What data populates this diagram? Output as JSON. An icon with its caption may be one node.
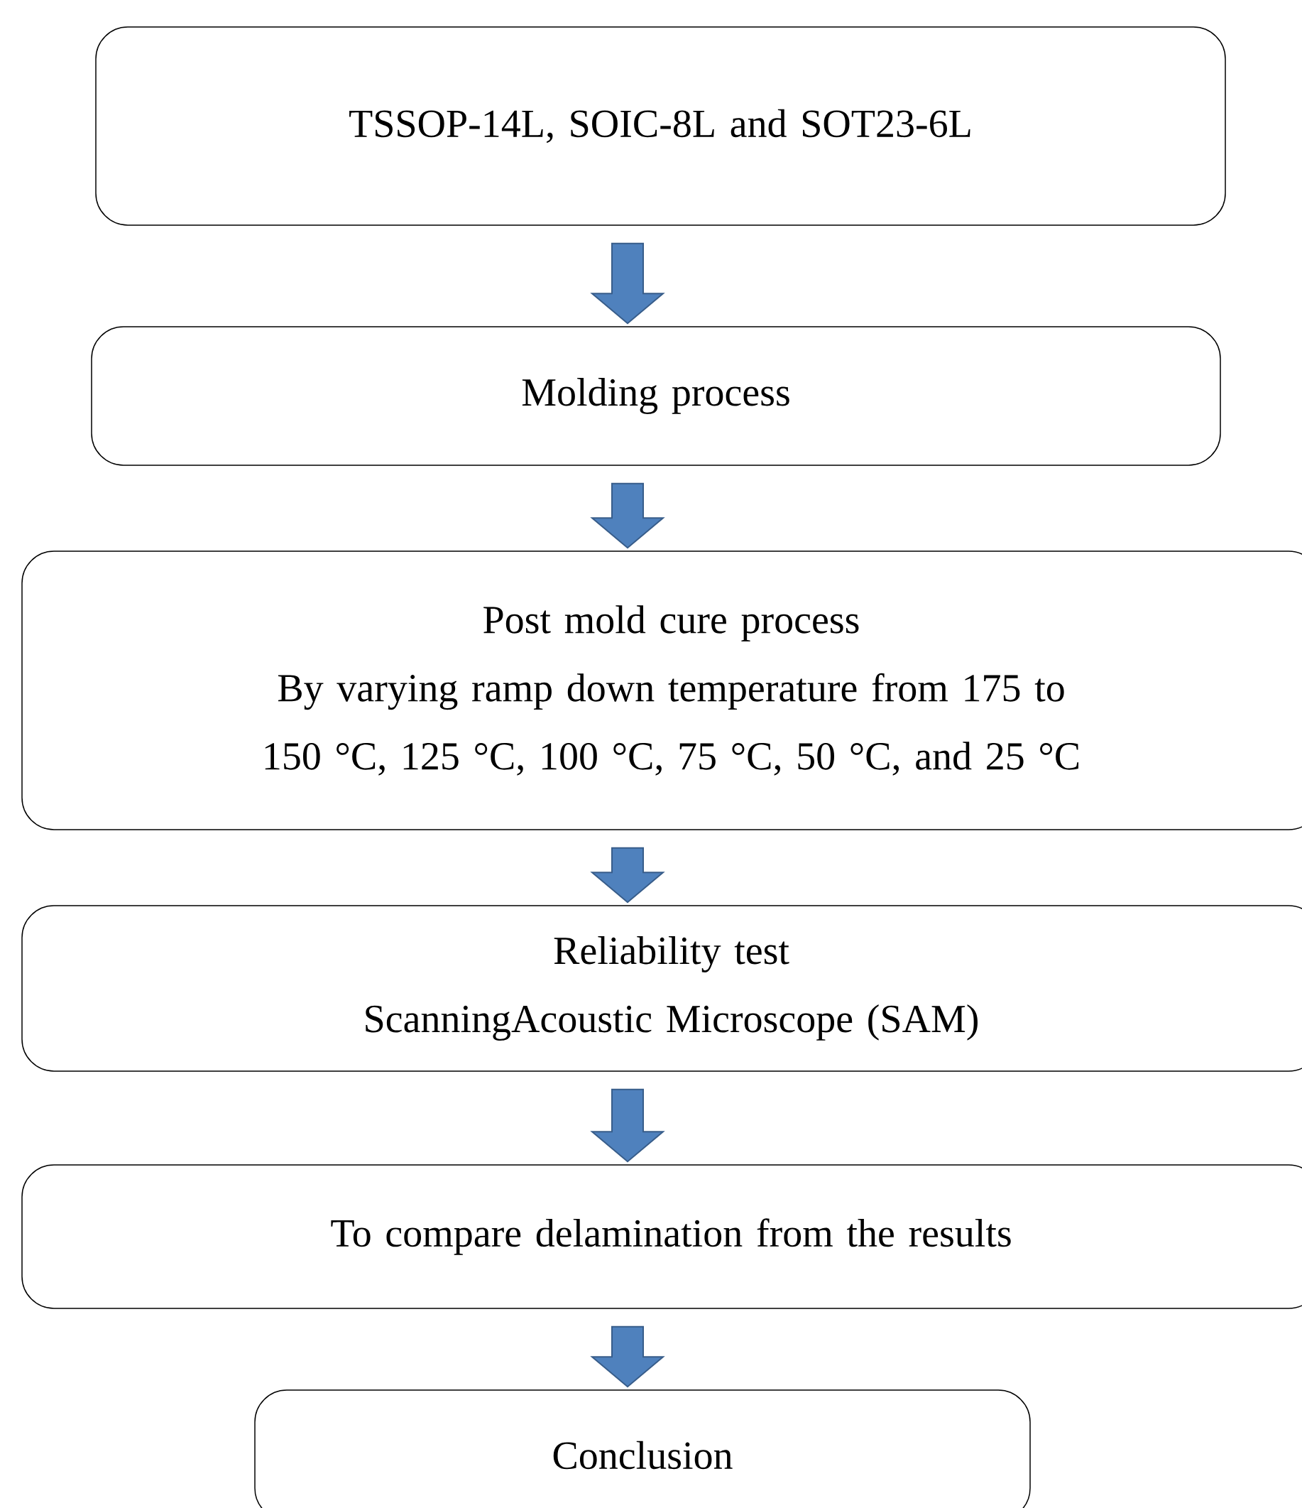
{
  "diagram": {
    "nodes": [
      {
        "text": [
          "TSSOP-14L, SOIC-8L and SOT23-6L"
        ]
      },
      {
        "text": [
          "Molding process"
        ]
      },
      {
        "text": [
          "Post mold cure process",
          "By varying ramp down temperature from 175 to 150 °C, 125 °C, 100 °C, 75 °C, 50 °C, and 25 °C"
        ]
      },
      {
        "text": [
          "Reliability test",
          "ScanningAcoustic Microscope (SAM)"
        ]
      },
      {
        "text": [
          "To compare delamination from the results"
        ]
      },
      {
        "text": [
          "Conclusion"
        ]
      }
    ],
    "edges": [
      {
        "from": 0,
        "to": 1,
        "arrow": "to"
      },
      {
        "from": 1,
        "to": 2,
        "arrow": "to"
      },
      {
        "from": 2,
        "to": 3,
        "arrow": "to"
      },
      {
        "from": 3,
        "to": 4,
        "arrow": "to"
      },
      {
        "from": 4,
        "to": 5,
        "arrow": "to"
      }
    ]
  }
}
